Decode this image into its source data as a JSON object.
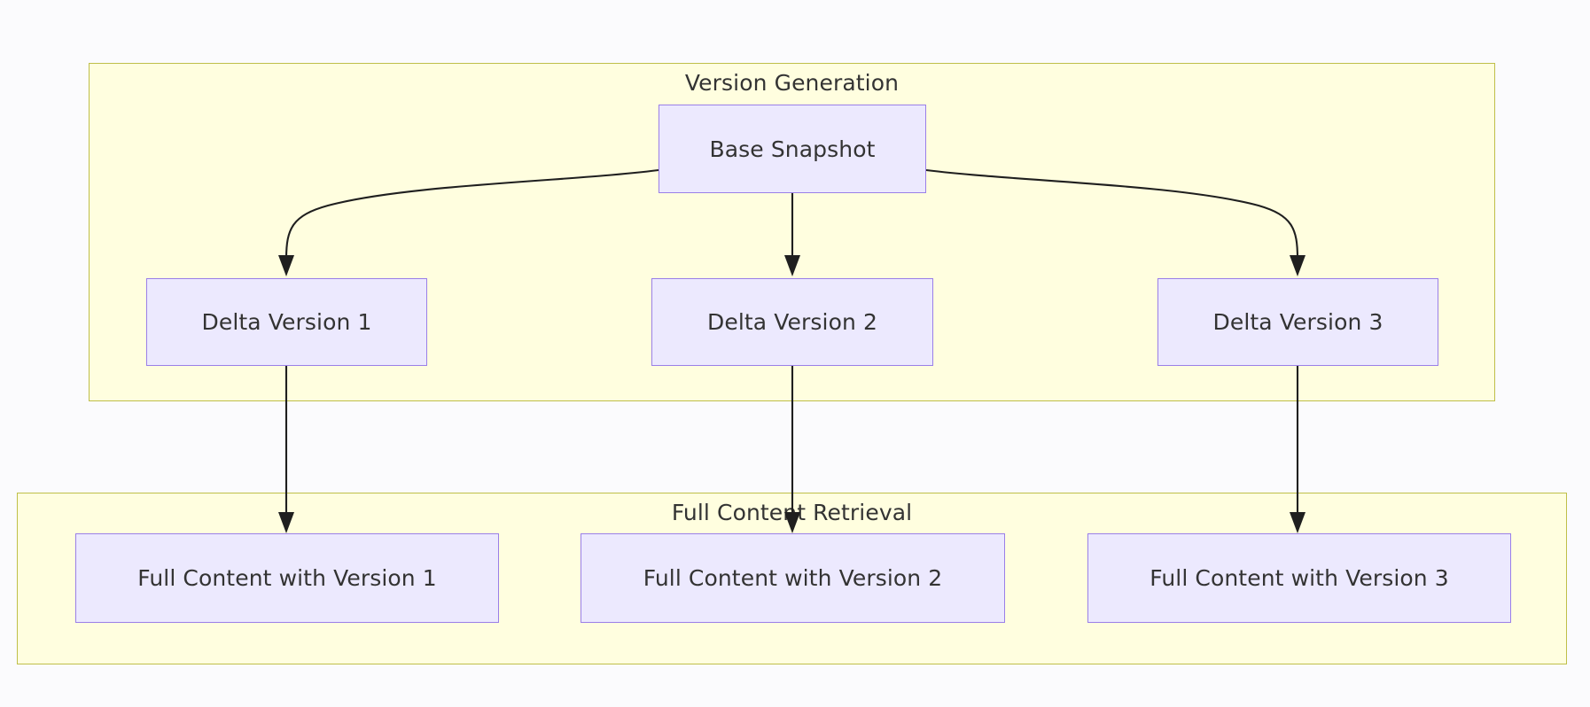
{
  "diagram": {
    "type": "flowchart",
    "direction": "top-down",
    "background_color": "#fbfbfd",
    "node_fill": "#ece9fe",
    "node_border": "#9a7fe8",
    "cluster_fill": "#fffedf",
    "cluster_border": "#bfbf49",
    "edge_color": "#1f1f1f",
    "text_color": "#333333"
  },
  "clusters": [
    {
      "id": "version-generation",
      "title": "Version Generation"
    },
    {
      "id": "full-content-retrieval",
      "title": "Full Content Retrieval"
    }
  ],
  "nodes": [
    {
      "id": "base-snapshot",
      "label": "Base Snapshot"
    },
    {
      "id": "delta-version-1",
      "label": "Delta Version 1"
    },
    {
      "id": "delta-version-2",
      "label": "Delta Version 2"
    },
    {
      "id": "delta-version-3",
      "label": "Delta Version 3"
    },
    {
      "id": "full-content-1",
      "label": "Full Content with Version 1"
    },
    {
      "id": "full-content-2",
      "label": "Full Content with Version 2"
    },
    {
      "id": "full-content-3",
      "label": "Full Content with Version 3"
    }
  ],
  "edges": [
    {
      "from": "base-snapshot",
      "to": "delta-version-1",
      "label": ""
    },
    {
      "from": "base-snapshot",
      "to": "delta-version-2",
      "label": ""
    },
    {
      "from": "base-snapshot",
      "to": "delta-version-3",
      "label": ""
    },
    {
      "from": "delta-version-1",
      "to": "full-content-1",
      "label": ""
    },
    {
      "from": "delta-version-2",
      "to": "full-content-2",
      "label": ""
    },
    {
      "from": "delta-version-3",
      "to": "full-content-3",
      "label": ""
    }
  ]
}
